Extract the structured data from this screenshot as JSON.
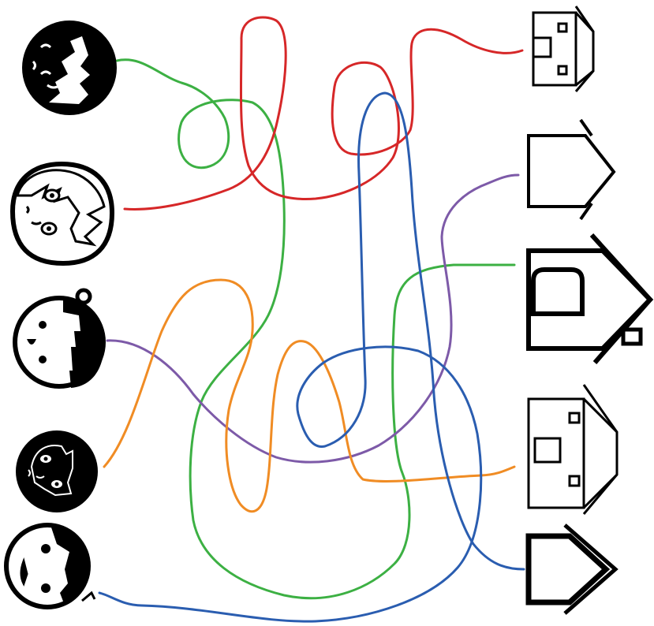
{
  "puzzle": {
    "type": "tangled-lines maze",
    "faces": [
      {
        "id": "face-1",
        "icon": "face-dark-spiky-hair"
      },
      {
        "id": "face-2",
        "icon": "face-outline-long-hair"
      },
      {
        "id": "face-3",
        "icon": "face-bowl-cut"
      },
      {
        "id": "face-4",
        "icon": "face-dark-round"
      },
      {
        "id": "face-5",
        "icon": "face-side-hair-small"
      }
    ],
    "houses": [
      {
        "id": "house-1",
        "icon": "house-two-windows-small"
      },
      {
        "id": "house-2",
        "icon": "house-plain"
      },
      {
        "id": "house-3",
        "icon": "house-bold-chimney"
      },
      {
        "id": "house-4",
        "icon": "house-two-windows-large"
      },
      {
        "id": "house-5",
        "icon": "house-double-roof"
      }
    ],
    "paths": [
      {
        "color": "#3cb043",
        "from": "face-1",
        "to": "house-3"
      },
      {
        "color": "#d62728",
        "from": "face-2",
        "to": "house-1"
      },
      {
        "color": "#7d5aa8",
        "from": "face-3",
        "to": "house-2"
      },
      {
        "color": "#f08c24",
        "from": "face-4",
        "to": "house-4"
      },
      {
        "color": "#2a5db0",
        "from": "face-5",
        "to": "house-5"
      }
    ]
  }
}
